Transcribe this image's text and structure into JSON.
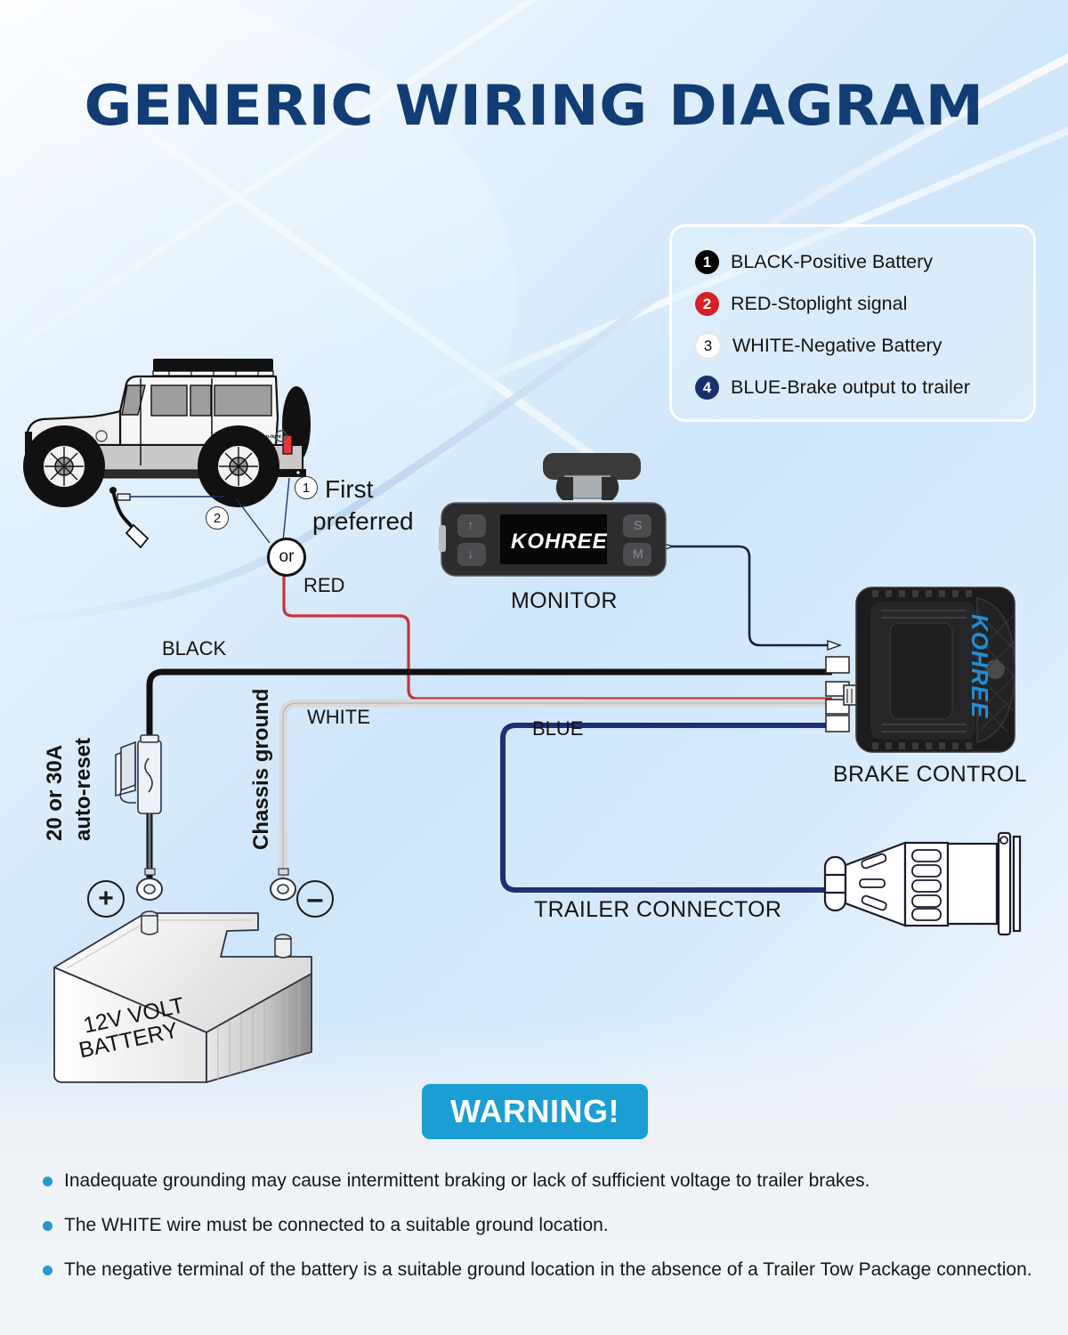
{
  "title": "GENERIC WIRING DIAGRAM",
  "colors": {
    "title_navy": "#123c74",
    "legend_black": "#000000",
    "legend_red": "#d81f26",
    "legend_white": "#fdfdfd",
    "legend_blue": "#17306e",
    "wire_red": "#c8323c",
    "wire_black": "#111111",
    "wire_white": "#d9d9d9",
    "wire_blue": "#1e2f72",
    "warning_badge": "#1a9ed4",
    "bullet_dot": "#2499cf",
    "brand_blue": "#1f8fd6"
  },
  "legend": {
    "items": [
      {
        "num": "1",
        "label": "BLACK-Positive Battery",
        "fill": "#000000",
        "text_color": "#ffffff",
        "border": "none"
      },
      {
        "num": "2",
        "label": "RED-Stoplight signal",
        "fill": "#d81f26",
        "text_color": "#ffffff",
        "border": "none"
      },
      {
        "num": "3",
        "label": "WHITE-Negative Battery",
        "fill": "#fdfdfd",
        "text_color": "#111111",
        "border": "1px solid #e2e2e2"
      },
      {
        "num": "4",
        "label": "BLUE-Brake output to trailer",
        "fill": "#17306e",
        "text_color": "#ffffff",
        "border": "none"
      }
    ]
  },
  "callouts": {
    "one": "1",
    "two": "2",
    "or": "or",
    "first_preferred_line1": "First",
    "first_preferred_line2": "preferred",
    "plus": "+",
    "minus": "–"
  },
  "wire_labels": {
    "red": "RED",
    "black": "BLACK",
    "white": "WHITE",
    "blue": "BLUE"
  },
  "device_labels": {
    "monitor": "MONITOR",
    "brake_control": "BRAKE CONTROL",
    "trailer_connector": "TRAILER CONNECTOR"
  },
  "annotations": {
    "breaker_line1": "20 or 30A",
    "breaker_line2": "auto-reset",
    "chassis_ground": "Chassis ground"
  },
  "battery": {
    "line1": "12V VOLT",
    "line2": "BATTERY"
  },
  "brand": {
    "monitor_logo": "KOHREE",
    "brake_logo": "KOHREE"
  },
  "monitor_buttons": {
    "up": "↑",
    "s": "S",
    "down": "↓",
    "m": "M"
  },
  "warning": {
    "badge": "WARNING!",
    "items": [
      "Inadequate grounding may cause intermittent braking or lack of sufficient voltage to trailer brakes.",
      "The WHITE wire must be connected to a suitable ground location.",
      "The negative terminal of the battery is a suitable ground location in the absence of a Trailer Tow Package connection."
    ]
  }
}
